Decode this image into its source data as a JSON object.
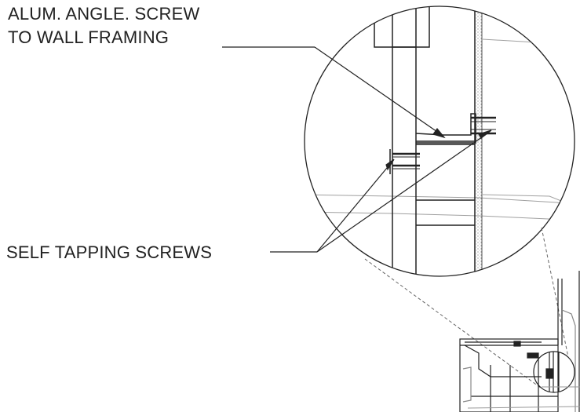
{
  "callouts": {
    "angle_line1": "ALUM. ANGLE. SCREW",
    "angle_line2": "TO WALL FRAMING",
    "screws": "SELF TAPPING SCREWS"
  },
  "colors": {
    "line": "#222222",
    "thin": "#555555",
    "gray": "#9a9a9a",
    "stipple": "#777777"
  }
}
